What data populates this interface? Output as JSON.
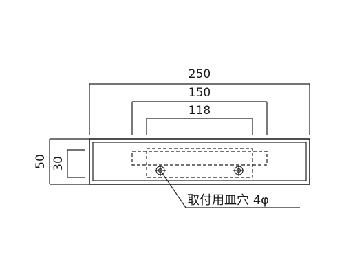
{
  "dimensions": {
    "overall_width": "250",
    "mid_width": "150",
    "hole_spacing": "118",
    "overall_height": "50",
    "inner_height": "30"
  },
  "note": {
    "label": "取付用皿穴 4φ"
  }
}
